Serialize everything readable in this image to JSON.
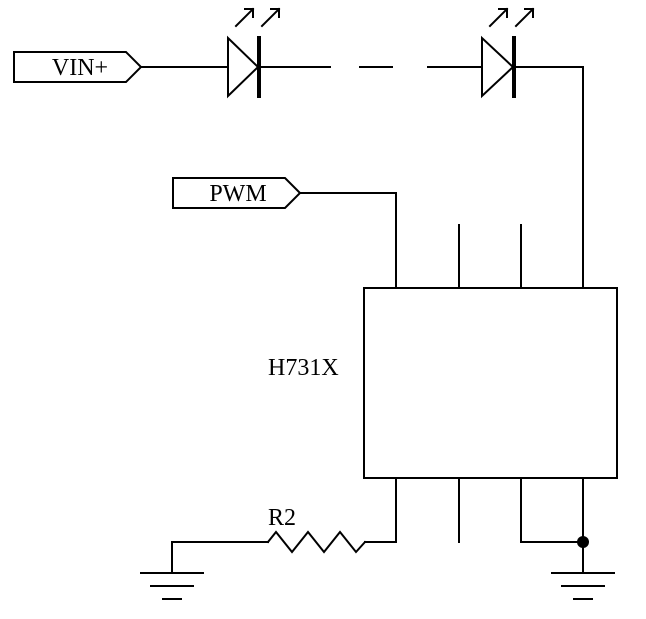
{
  "schematic": {
    "inputs": {
      "vin": "VIN+",
      "pwm": "PWM"
    },
    "ic": {
      "part": "H731X"
    },
    "resistor": {
      "ref": "R2"
    }
  }
}
